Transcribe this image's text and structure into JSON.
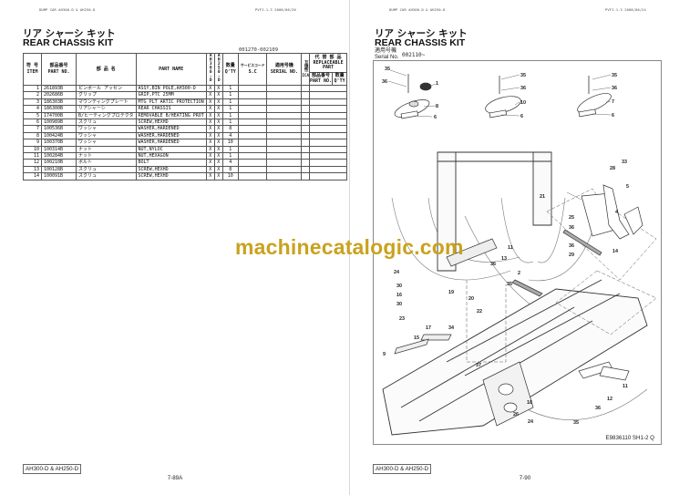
{
  "left_page": {
    "header_left": "DUMP CAR   AH300-D & AH250-D",
    "header_right": "PVFI-1-3     2008/06/20",
    "title_jp": "リア シャーシ キット",
    "title_en": "REAR CHASSIS KIT",
    "serial_range": "001270-002109",
    "table": {
      "headers": {
        "item_jp": "符 号",
        "item_en": "ITEM",
        "partno_jp": "部品番号",
        "partno_en": "PART NO.",
        "partname_jp": "部 品 名",
        "partname_en": "PART NAME",
        "model1": "AH300-D",
        "model2": "AH250-D",
        "qty_jp": "数量",
        "qty_en": "Q'TY",
        "sc_jp": "サービスコード",
        "sc_en": "S.C",
        "serial_jp": "適用号機",
        "serial_en": "SERIAL NO.",
        "ica_jp": "互換性",
        "ica_en": "ICA",
        "replaceable_jp": "代 替 部 品",
        "replaceable_en": "REPLACEABLE PART",
        "rep_partno_jp": "部品番号",
        "rep_partno_en": "PART NO.",
        "rep_qty_jp": "数量",
        "rep_qty_en": "Q'TY"
      },
      "rows": [
        {
          "item": "1",
          "part_no": "261893B",
          "name_jp": "ピンボール アッセン",
          "name_en": "ASSY,BIN POLE,AH300-D",
          "m1": "X",
          "m2": "X",
          "qty": "1"
        },
        {
          "item": "2",
          "part_no": "202686B",
          "name_jp": "グリップ",
          "name_en": "GRIP,PTC 25MM",
          "m1": "X",
          "m2": "X",
          "qty": "1"
        },
        {
          "item": "3",
          "part_no": "186303B",
          "name_jp": "マウンティングプレート",
          "name_en": "MTG PLT ARTIC PROTECTION",
          "m1": "X",
          "m2": "X",
          "qty": "1"
        },
        {
          "item": "4",
          "part_no": "186300B",
          "name_jp": "リアシャーシ",
          "name_en": "REAR CHASSIS",
          "m1": "X",
          "m2": "X",
          "qty": "1"
        },
        {
          "item": "5",
          "part_no": "174700B",
          "name_jp": "B/ヒーティングプロテクタ",
          "name_en": "REMOVABLE B/HEATING PROT",
          "m1": "X",
          "m2": "X",
          "qty": "1"
        },
        {
          "item": "6",
          "part_no": "100989B",
          "name_jp": "スクリュ",
          "name_en": "SCREW,HEXHD",
          "m1": "X",
          "m2": "X",
          "qty": "1"
        },
        {
          "item": "7",
          "part_no": "100536B",
          "name_jp": "ワッシャ",
          "name_en": "WASHER,HARDENED",
          "m1": "X",
          "m2": "X",
          "qty": "8"
        },
        {
          "item": "8",
          "part_no": "100424B",
          "name_jp": "ワッシャ",
          "name_en": "WASHER,HARDENED",
          "m1": "X",
          "m2": "X",
          "qty": "4"
        },
        {
          "item": "9",
          "part_no": "100370B",
          "name_jp": "ワッシャ",
          "name_en": "WASHER,HARDENED",
          "m1": "X",
          "m2": "X",
          "qty": "10"
        },
        {
          "item": "10",
          "part_no": "100314B",
          "name_jp": "ナット",
          "name_en": "NUT,NYLOC",
          "m1": "X",
          "m2": "X",
          "qty": "1"
        },
        {
          "item": "11",
          "part_no": "100284B",
          "name_jp": "ナット",
          "name_en": "NUT,HEXAGON",
          "m1": "X",
          "m2": "X",
          "qty": "1"
        },
        {
          "item": "12",
          "part_no": "100210B",
          "name_jp": "ボルト",
          "name_en": "BOLT",
          "m1": "X",
          "m2": "X",
          "qty": "4"
        },
        {
          "item": "13",
          "part_no": "100128B",
          "name_jp": "スクリュ",
          "name_en": "SCREW,HEXHD",
          "m1": "X",
          "m2": "X",
          "qty": "8"
        },
        {
          "item": "14",
          "part_no": "100091B",
          "name_jp": "スクリュ",
          "name_en": "SCREW,HEXHD",
          "m1": "X",
          "m2": "X",
          "qty": "10"
        }
      ]
    },
    "model_label": "AH300-D & AH250-D",
    "page_number": "7-89A"
  },
  "right_page": {
    "header_left": "DUMP CAR   AH300-D & AH250-D",
    "header_right": "PVFI-1-3     2008/06/24",
    "title_jp": "リア シャーシ キット",
    "title_en": "REAR CHASSIS KIT",
    "serial_label_jp": "適用号機",
    "serial_label_en": "Serial No.",
    "serial_value": "002110~",
    "drawing_number": "E9836110 SH1-2 Q",
    "model_label": "AH300-D & AH250-D",
    "page_number": "7-90",
    "callouts": [
      "35",
      "36",
      "1",
      "8",
      "6",
      "35",
      "36",
      "10",
      "6",
      "35",
      "36",
      "7",
      "6",
      "33",
      "28",
      "5",
      "21",
      "4",
      "25",
      "36",
      "14",
      "36",
      "29",
      "11",
      "13",
      "36",
      "2",
      "35",
      "24",
      "30",
      "16",
      "30",
      "23",
      "19",
      "17",
      "20",
      "22",
      "34",
      "15",
      "9",
      "37",
      "18",
      "26",
      "24",
      "11",
      "12",
      "36",
      "35"
    ]
  },
  "watermark": {
    "text": "machinecatalogic.com",
    "color": "#c9a21e"
  }
}
